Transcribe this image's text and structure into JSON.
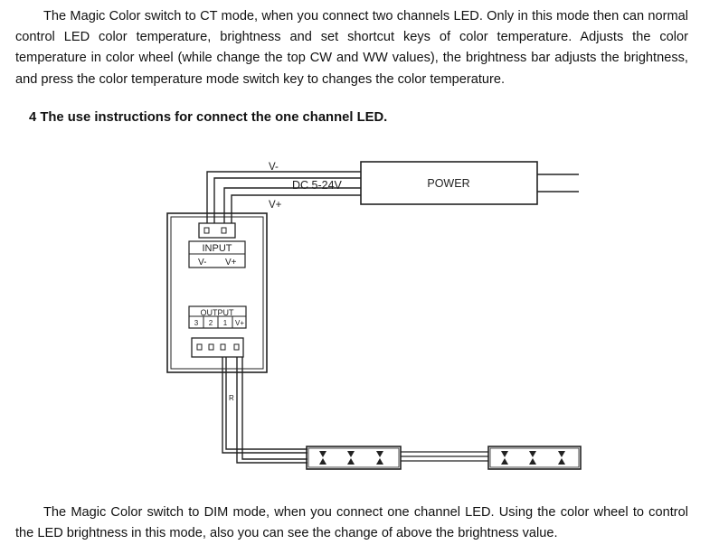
{
  "paragraphs": {
    "ct_mode": "The Magic Color switch to CT mode, when you connect two channels LED. Only in this mode then can normal control LED color temperature, brightness and set shortcut keys of color temperature. Adjusts the color temperature in color wheel (while change the top CW and WW values), the brightness bar adjusts the brightness, and press the color temperature mode switch key to changes the color temperature.",
    "dim_mode": "The Magic Color switch to DIM mode, when you connect one channel LED. Using the color wheel to control the LED brightness in this mode, also you can see the change of above the brightness value."
  },
  "section_heading": "4 The use instructions for connect the one channel LED.",
  "diagram": {
    "power_label": "POWER",
    "dc_label": "DC 5-24V",
    "v_minus": "V-",
    "v_plus": "V+",
    "input_label": "INPUT",
    "input_pins": [
      "V-",
      "V+"
    ],
    "output_label": "OUTPUT",
    "output_pins": [
      "3",
      "2",
      "1",
      "V+"
    ],
    "wire_label": "R"
  }
}
